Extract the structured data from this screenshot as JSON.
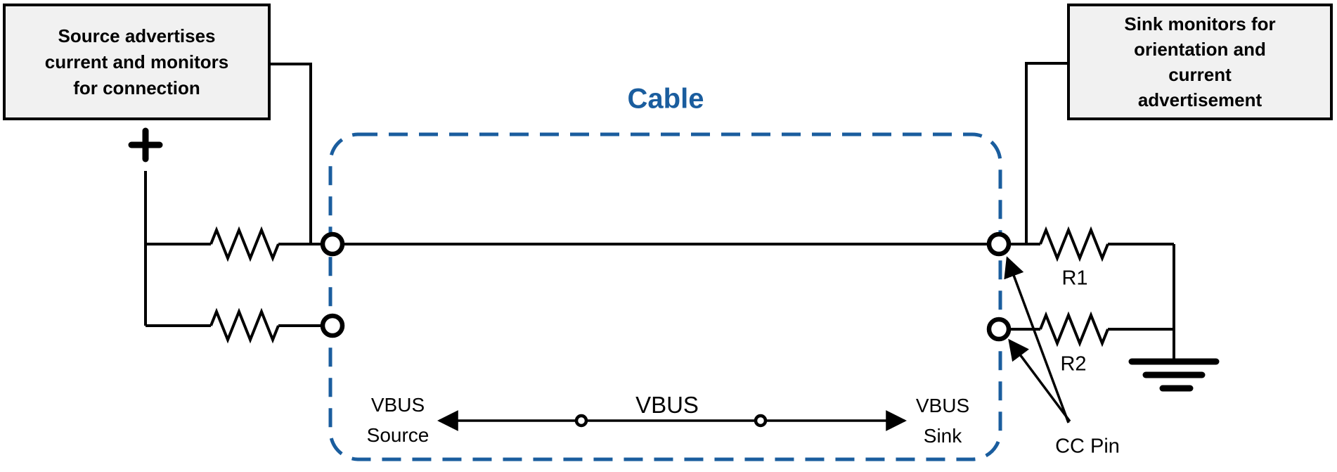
{
  "diagram_title": "Cable",
  "boxes": {
    "source": {
      "lines": [
        "Source advertises",
        "current and monitors",
        "for connection"
      ]
    },
    "sink": {
      "lines": [
        "Sink monitors for",
        "orientation and",
        "current",
        "advertisement"
      ]
    }
  },
  "labels": {
    "r1": "R1",
    "r2": "R2",
    "cc_pin": "CC Pin",
    "vbus": "VBUS",
    "vbus_source": [
      "VBUS",
      "Source"
    ],
    "vbus_sink": [
      "VBUS",
      "Sink"
    ]
  },
  "icons": {
    "plus_terminal": "+",
    "ground_symbol": "three-bar earth ground",
    "pin_circle": "open connector pin"
  },
  "colors": {
    "cable_accent": "#1a5d9e",
    "wire": "#000000",
    "box_fill": "#f1f1f1",
    "background": "#ffffff"
  }
}
